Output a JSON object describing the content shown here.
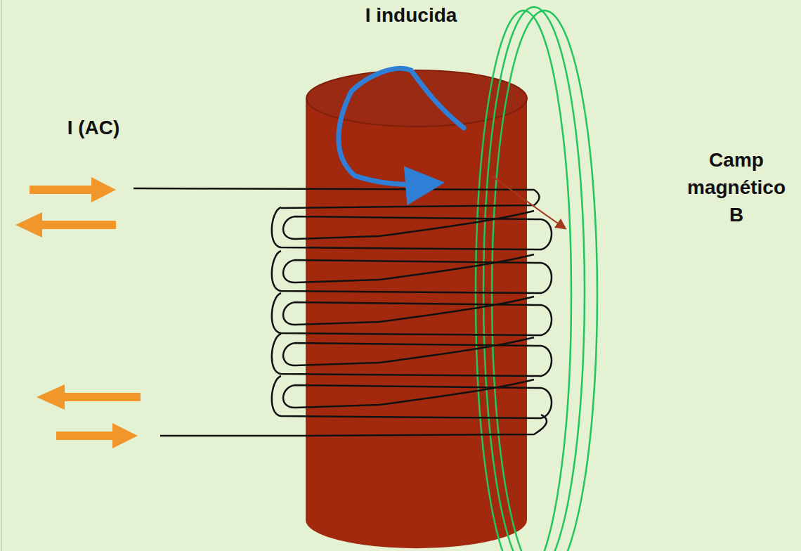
{
  "diagram": {
    "labels": [
      "I inducida",
      "I (AC)",
      "Camp magnético B"
    ]
  }
}
